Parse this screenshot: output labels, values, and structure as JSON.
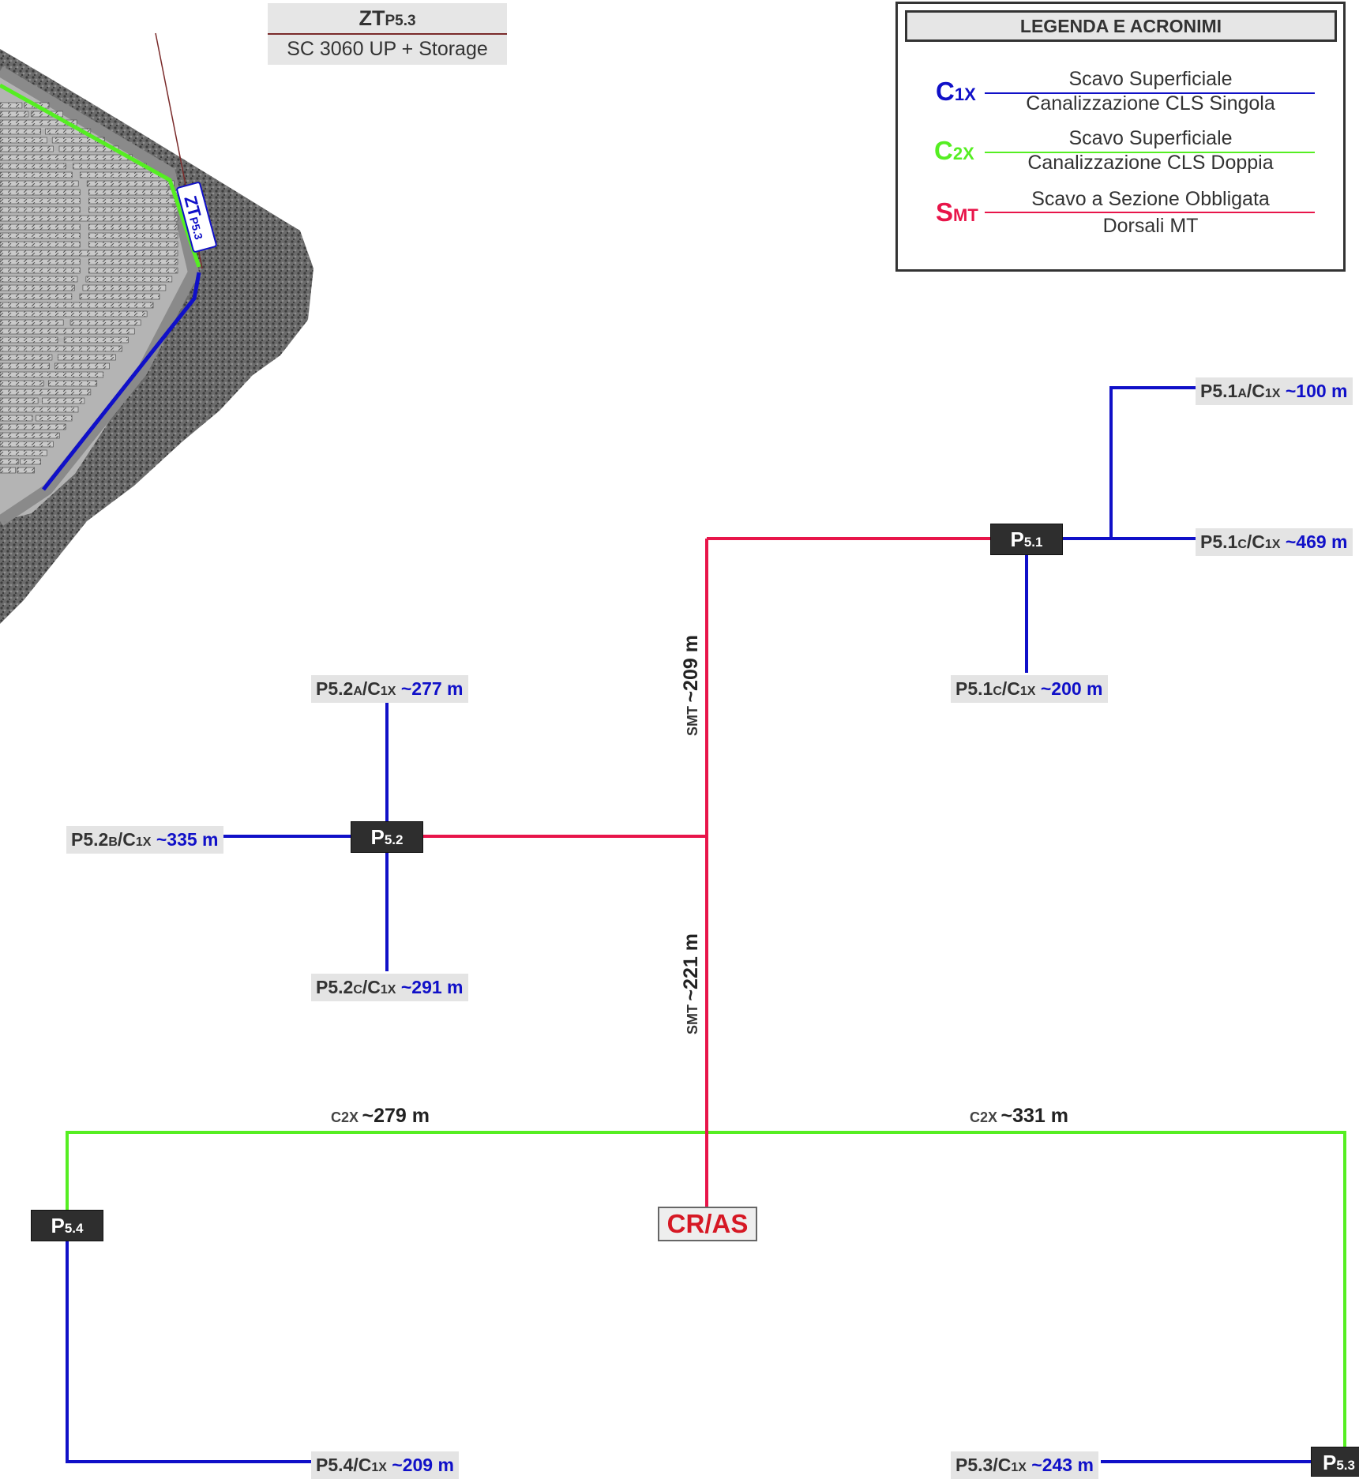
{
  "colors": {
    "c1x": "#1010c8",
    "c2x": "#55ee22",
    "smt": "#e8154a",
    "node_bg": "#2e2e2e",
    "label_bg": "#e4e4e4",
    "cras_text": "#d61824"
  },
  "legend": {
    "title": "LEGENDA E ACRONIMI",
    "items": [
      {
        "code_main": "C",
        "code_sub": "1X",
        "top": "Scavo Superficiale",
        "bottom": "Canalizzazione CLS Singola",
        "color": "#1010c8"
      },
      {
        "code_main": "C",
        "code_sub": "2X",
        "top": "Scavo Superficiale",
        "bottom": "Canalizzazione CLS Doppia",
        "color": "#55ee22"
      },
      {
        "code_main": "S",
        "code_sub": "MT",
        "top": "Scavo a Sezione Obbligata",
        "bottom": "Dorsali MT",
        "color": "#e8154a"
      }
    ]
  },
  "zone": {
    "title_main": "ZT",
    "title_sub": "P5.3",
    "subtitle": "SC 3060 UP + Storage",
    "map_tag_main": "ZT",
    "map_tag_sub": "P5.3"
  },
  "nodes": {
    "p51": {
      "main": "P",
      "sub": "5.1"
    },
    "p52": {
      "main": "P",
      "sub": "5.2"
    },
    "p53": {
      "main": "P",
      "sub": "5.3"
    },
    "p54": {
      "main": "P",
      "sub": "5.4"
    },
    "cras": "CR/AS"
  },
  "labels": {
    "p51a": {
      "id": "P5.1",
      "suf": "A",
      "sep": "/C",
      "ct": "1X",
      "val": "~100 m"
    },
    "p51c_right": {
      "id": "P5.1",
      "suf": "C",
      "sep": "/C",
      "ct": "1X",
      "val": "~469 m"
    },
    "p51c_down": {
      "id": "P5.1",
      "suf": "C",
      "sep": "/C",
      "ct": "1X",
      "val": "~200 m"
    },
    "p52a": {
      "id": "P5.2",
      "suf": "A",
      "sep": "/C",
      "ct": "1X",
      "val": "~277 m"
    },
    "p52b": {
      "id": "P5.2",
      "suf": "B",
      "sep": "/C",
      "ct": "1X",
      "val": "~335 m"
    },
    "p52c": {
      "id": "P5.2",
      "suf": "C",
      "sep": "/C",
      "ct": "1X",
      "val": "~291 m"
    },
    "p54": {
      "id": "P5.4",
      "suf": "",
      "sep": "/C",
      "ct": "1X",
      "val": "~209 m"
    },
    "p53": {
      "id": "P5.3",
      "suf": "",
      "sep": "/C",
      "ct": "1X",
      "val": "~243 m"
    }
  },
  "runs": {
    "smt_upper": {
      "code": "SMT",
      "val": "~209 m"
    },
    "smt_lower": {
      "code": "SMT",
      "val": "~221 m"
    },
    "c2x_left": {
      "code": "C2X",
      "val": "~279 m"
    },
    "c2x_right": {
      "code": "C2X",
      "val": "~331 m"
    }
  }
}
